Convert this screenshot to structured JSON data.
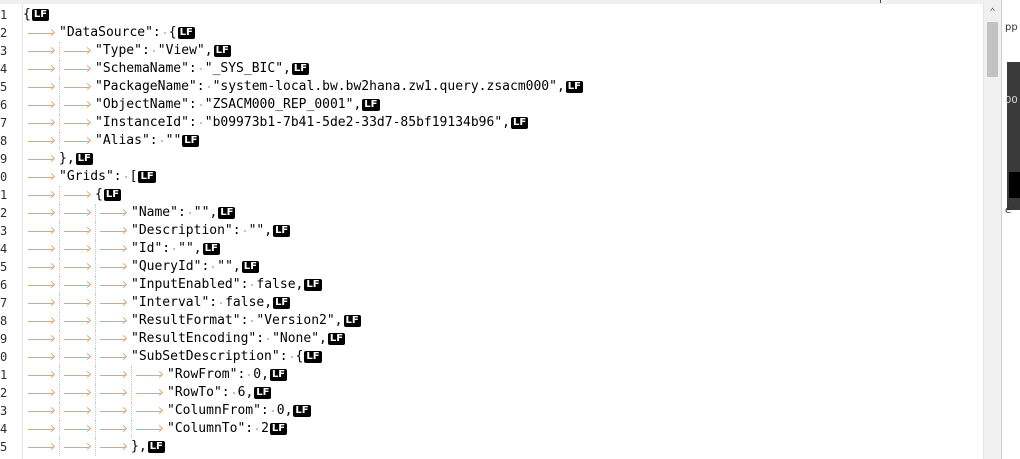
{
  "editor": {
    "line_numbers": [
      "1",
      "2",
      "3",
      "4",
      "5",
      "6",
      "7",
      "8",
      "9",
      "0",
      "1",
      "2",
      "3",
      "4",
      "5",
      "6",
      "7",
      "8",
      "9",
      "0",
      "1",
      "2",
      "3",
      "4",
      "5"
    ],
    "eol_marker": "LF",
    "lines": [
      {
        "text": "{",
        "lf": true
      },
      {
        "text": "\"DataSource\":",
        "after": "{",
        "lf": true
      },
      {
        "text": "\"Type\":",
        "after": "\"View\",",
        "lf": true
      },
      {
        "text": "\"SchemaName\":",
        "after": "\"_SYS_BIC\",",
        "lf": true
      },
      {
        "text": "\"PackageName\":",
        "after": "\"system-local.bw.bw2hana.zw1.query.zsacm000\",",
        "lf": true
      },
      {
        "text": "\"ObjectName\":",
        "after": "\"ZSACM000_REP_0001\",",
        "lf": true
      },
      {
        "text": "\"InstanceId\":",
        "after": "\"b09973b1-7b41-5de2-33d7-85bf19134b96\",",
        "lf": true
      },
      {
        "text": "\"Alias\":",
        "after": "\"\"",
        "lf": true
      },
      {
        "text": "},",
        "lf": true
      },
      {
        "text": "\"Grids\":",
        "after": "[",
        "lf": true
      },
      {
        "text": "{",
        "lf": true
      },
      {
        "text": "\"Name\":",
        "after": "\"\",",
        "lf": true
      },
      {
        "text": "\"Description\":",
        "after": "\"\",",
        "lf": true
      },
      {
        "text": "\"Id\":",
        "after": "\"\",",
        "lf": true
      },
      {
        "text": "\"QueryId\":",
        "after": "\"\",",
        "lf": true
      },
      {
        "text": "\"InputEnabled\":",
        "after": "false,",
        "lf": true
      },
      {
        "text": "\"Interval\":",
        "after": "false,",
        "lf": true
      },
      {
        "text": "\"ResultFormat\":",
        "after": "\"Version2\",",
        "lf": true
      },
      {
        "text": "\"ResultEncoding\":",
        "after": "\"None\",",
        "lf": true
      },
      {
        "text": "\"SubSetDescription\":",
        "after": "{",
        "lf": true
      },
      {
        "text": "\"RowFrom\":",
        "after": "0,",
        "lf": true
      },
      {
        "text": "\"RowTo\":",
        "after": "6,",
        "lf": true
      },
      {
        "text": "\"ColumnFrom\":",
        "after": "0,",
        "lf": true
      },
      {
        "text": "\"ColumnTo\":",
        "after": "2",
        "lf": true
      },
      {
        "text": "},",
        "lf": true
      }
    ]
  },
  "right_pane": {
    "fragment_top": "pp",
    "fragment_mid": "00",
    "fragment_low": "e\""
  },
  "colors": {
    "tab_arrow": "#e6a36c",
    "eol_background": "#000000",
    "eol_text": "#ffffff"
  },
  "icons": {
    "scroll_up": "chevron-up-icon"
  }
}
